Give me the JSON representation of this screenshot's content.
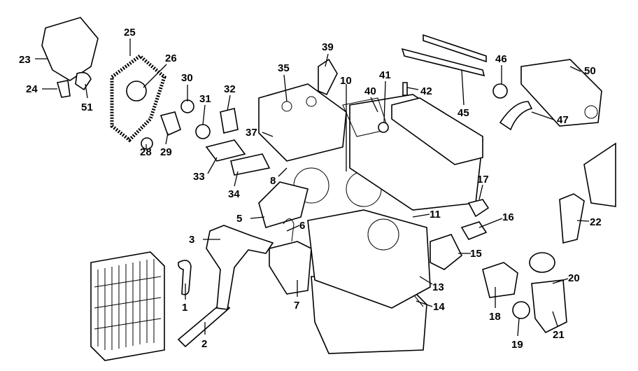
{
  "diagram": {
    "type": "exploded engine parts diagram",
    "callouts": [
      "1",
      "2",
      "3",
      "5",
      "6",
      "7",
      "8",
      "10",
      "11",
      "13",
      "14",
      "15",
      "16",
      "17",
      "18",
      "19",
      "20",
      "21",
      "22",
      "23",
      "24",
      "25",
      "26",
      "28",
      "29",
      "30",
      "31",
      "32",
      "33",
      "34",
      "35",
      "37",
      "39",
      "40",
      "41",
      "42",
      "45",
      "46",
      "47",
      "50",
      "51"
    ]
  }
}
